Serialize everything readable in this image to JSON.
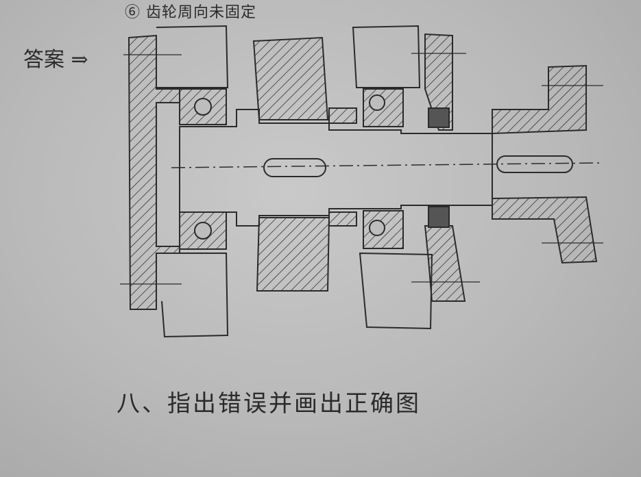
{
  "note": "⑥ 齿轮周向未固定",
  "answer_label": "答案 ⇒",
  "question": "八、指出错误并画出正确图",
  "colors": {
    "ink": "#2a2a2a",
    "paper": "#bdbdbd"
  }
}
